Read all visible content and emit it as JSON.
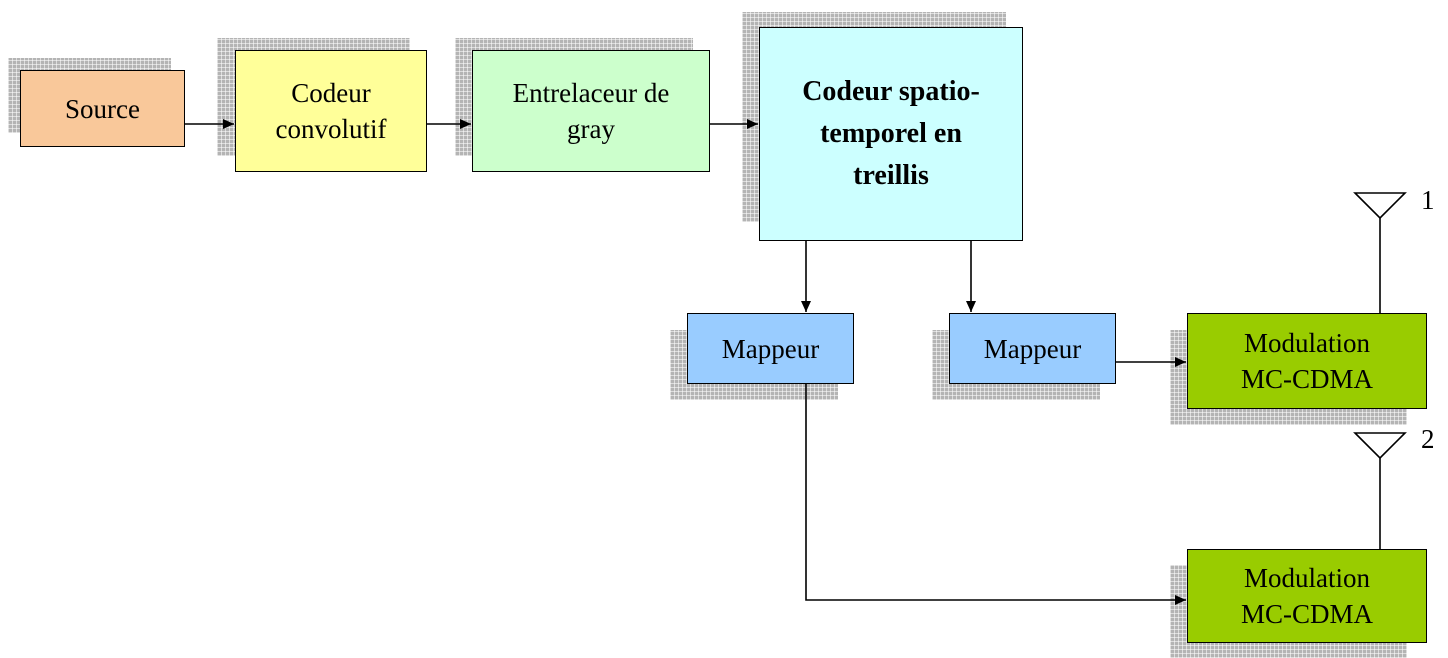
{
  "colors": {
    "source": "#f9c89a",
    "conv": "#ffff99",
    "interleaver": "#ccffcc",
    "stc": "#ccffff",
    "mapper": "#99ccff",
    "modulation": "#99cc00",
    "line": "#000000"
  },
  "blocks": {
    "source": "Source",
    "conv_coder": "Codeur\nconvolutif",
    "interleaver": "Entrelaceur de\ngray",
    "stc_coder": "Codeur spatio-\ntemporel en\ntreillis",
    "mapper_1": "Mappeur",
    "mapper_2": "Mappeur",
    "modulation_1": "Modulation\nMC-CDMA",
    "modulation_2": "Modulation\nMC-CDMA"
  },
  "antennas": {
    "antenna_1": "1",
    "antenna_2": "2"
  }
}
